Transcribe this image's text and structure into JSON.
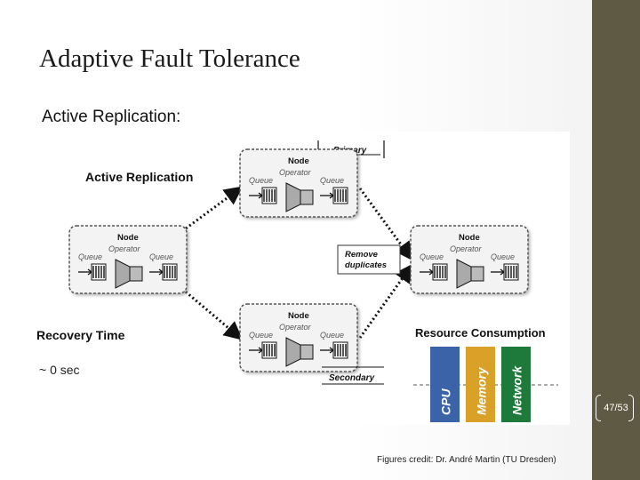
{
  "slide": {
    "title": "Adaptive Fault Tolerance",
    "subtitle": "Active Replication:",
    "credit": "Figures credit: Dr. André Martin (TU Dresden)",
    "page_number": "47/53"
  },
  "figure": {
    "heading": "Active Replication",
    "primary_label": "Primary",
    "secondary_label": "Secondary",
    "remove_duplicates_label": [
      "Remove",
      "duplicates"
    ],
    "recovery_time_label": "Recovery Time",
    "recovery_time_value": "~ 0 sec",
    "resource_heading": "Resource Consumption",
    "node_labels": {
      "node": "Node",
      "operator": "Operator",
      "queue": "Queue"
    },
    "resource_bars": [
      {
        "label": "CPU",
        "color": "#3a63a8"
      },
      {
        "label": "Memory",
        "color": "#d9a128"
      },
      {
        "label": "Network",
        "color": "#1e7a3a"
      }
    ]
  },
  "colors": {
    "sidebar": "#5f5a43",
    "node_border": "#555555"
  }
}
